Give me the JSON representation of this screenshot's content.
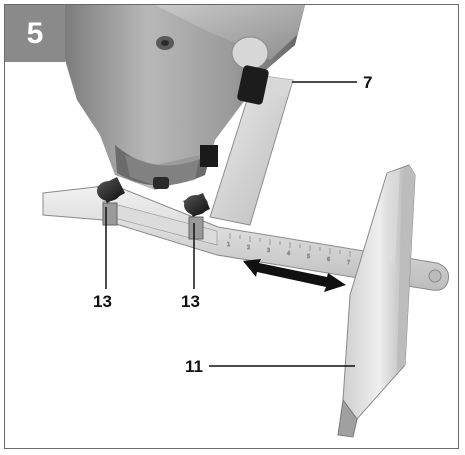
{
  "figure": {
    "number": "5"
  },
  "callouts": [
    {
      "label": "7"
    },
    {
      "label": "13"
    },
    {
      "label": "13"
    },
    {
      "label": "11"
    }
  ],
  "scale_ticks": [
    "1",
    "2",
    "3",
    "4",
    "5",
    "6",
    "7"
  ],
  "icons": {
    "double_arrow": "double-headed-arrow-icon"
  }
}
